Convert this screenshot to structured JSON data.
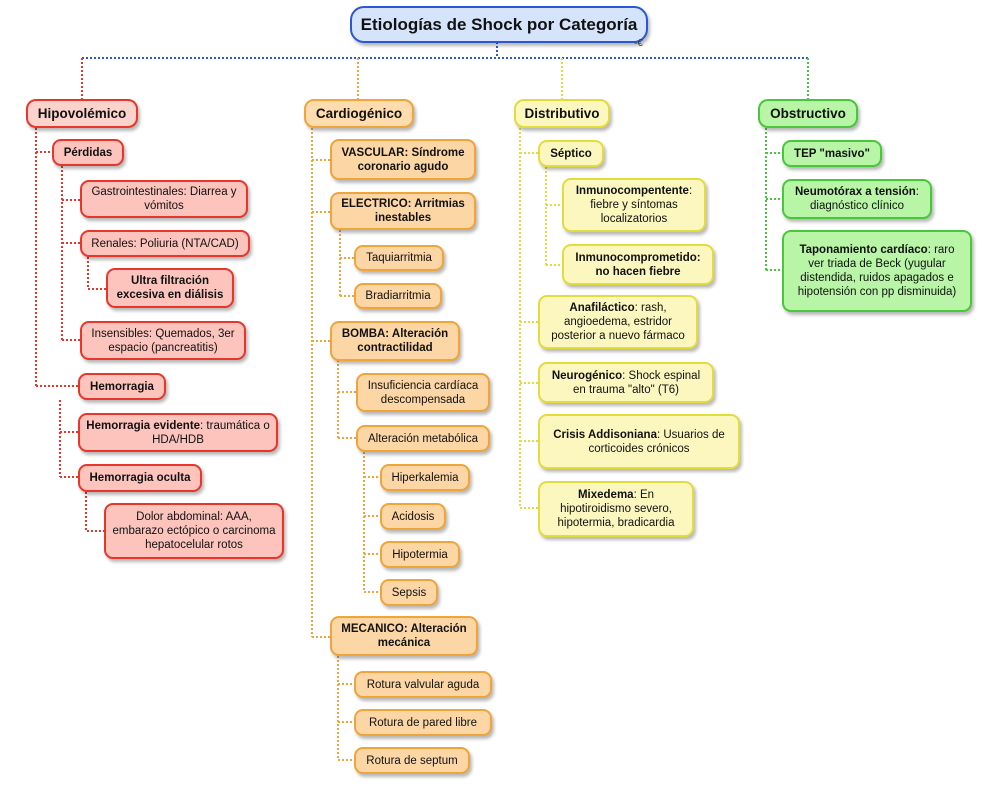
{
  "title": "Etiologías de Shock por Categoría",
  "title_marker": "-€",
  "colors": {
    "hipovolemico": "#e8362b",
    "cardiogenico": "#f0a43a",
    "distributivo": "#e3dc3b",
    "obstructivo": "#49c73b",
    "root": "#2b57d4"
  },
  "categories": {
    "hipovolemico": {
      "label": "Hipovolémico",
      "perdidas": {
        "label": "Pérdidas",
        "gastro": "Gastrointestinales: Diarrea y vómitos",
        "renales": "Renales: Poliuria (NTA/CAD)",
        "ultra": "Ultra filtración excesiva en diálisis",
        "insensibles": "Insensibles: Quemados, 3er espacio (pancreatitis)"
      },
      "hemorragia": {
        "label": "Hemorragia",
        "evidente_bold": "Hemorragia evidente",
        "evidente_rest": ": traumática o HDA/HDB",
        "oculta": "Hemorragia oculta",
        "dolor": "Dolor abdominal: AAA, embarazo ectópico o carcinoma hepatocelular rotos"
      }
    },
    "cardiogenico": {
      "label": "Cardiogénico",
      "vascular": "VASCULAR: Síndrome coronario agudo",
      "electrico": {
        "label": "ELECTRICO: Arritmias inestables",
        "items": [
          "Taquiarritmia",
          "Bradiarritmia"
        ]
      },
      "bomba": {
        "label": "BOMBA: Alteración contractilidad",
        "insuficiencia": "Insuficiencia cardíaca descompensada",
        "metabolica": "Alteración metabólica",
        "metabolica_items": [
          "Hiperkalemia",
          "Acidosis",
          "Hipotermia",
          "Sepsis"
        ]
      },
      "mecanico": {
        "label": "MECANICO: Alteración mecánica",
        "items": [
          "Rotura valvular aguda",
          "Rotura de pared libre",
          "Rotura de septum"
        ]
      }
    },
    "distributivo": {
      "label": "Distributivo",
      "septico": {
        "label": "Séptico",
        "inmunocompetente_bold": "Inmunocompentente",
        "inmunocompetente_rest": ": fiebre y síntomas localizatorios",
        "inmunocomprometido": "Inmunocomprometido: no hacen fiebre"
      },
      "anafilactico_bold": "Anafiláctico",
      "anafilactico_rest": ": rash, angioedema, estridor posterior a nuevo fármaco",
      "neurogenico_bold": "Neurogénico",
      "neurogenico_rest": ": Shock espinal en trauma \"alto\" (T6)",
      "addisoniana_bold": "Crisis Addisoniana",
      "addisoniana_rest": ": Usuarios de corticoides crónicos",
      "mixedema_bold": "Mixedema",
      "mixedema_rest": ": En hipotiroidismo severo, hipotermia, bradicardia"
    },
    "obstructivo": {
      "label": "Obstructivo",
      "tep": "TEP \"masivo\"",
      "neumotorax_bold": "Neumotórax a tensión",
      "neumotorax_rest": ": diagnóstico clínico",
      "taponamiento_bold": "Taponamiento cardíaco",
      "taponamiento_rest": ": raro ver triada de Beck (yugular distendida, ruidos apagados e hipotensión con pp disminuida)"
    }
  }
}
